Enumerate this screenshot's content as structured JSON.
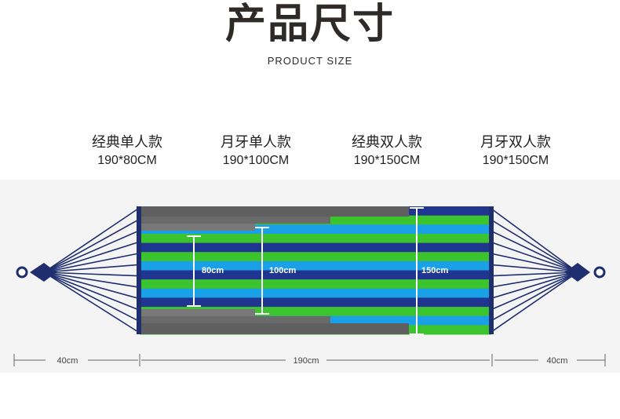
{
  "header": {
    "title": "产品尺寸",
    "subtitle": "PRODUCT SIZE"
  },
  "variants": [
    {
      "name": "经典单人款",
      "size": "190*80CM"
    },
    {
      "name": "月牙单人款",
      "size": "190*100CM"
    },
    {
      "name": "经典双人款",
      "size": "190*150CM"
    },
    {
      "name": "月牙双人款",
      "size": "190*150CM"
    }
  ],
  "diagram": {
    "width_labels": {
      "w80": "80cm",
      "w100": "100cm",
      "w150": "150cm"
    },
    "length_labels": {
      "left": "40cm",
      "middle": "190cm",
      "right": "40cm"
    }
  },
  "colors": {
    "navy": "#1f3590",
    "green": "#3cc42e",
    "sky": "#1aa0e6",
    "gray": "#5f5f5f",
    "rope": "#1e2e6e",
    "text": "#2e2a28"
  }
}
